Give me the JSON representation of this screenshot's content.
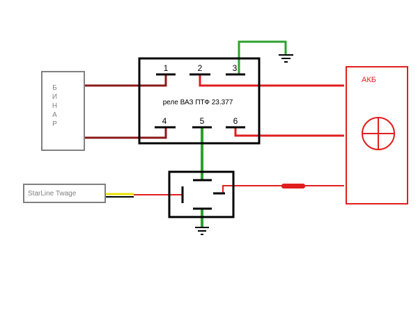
{
  "binar": {
    "label": "БИНАР"
  },
  "relay": {
    "title": "реле ВАЗ ПТФ 23.377",
    "pins": [
      "1",
      "2",
      "3",
      "4",
      "5",
      "6"
    ]
  },
  "battery": {
    "label": "АКБ"
  },
  "starline": {
    "label": "StarLine Twage"
  },
  "colors": {
    "red": "#e01e1e",
    "dark_red": "#8b1a1a",
    "green": "#2ea02e",
    "black": "#000000",
    "gray": "#808080",
    "yellow": "#e8e000"
  }
}
